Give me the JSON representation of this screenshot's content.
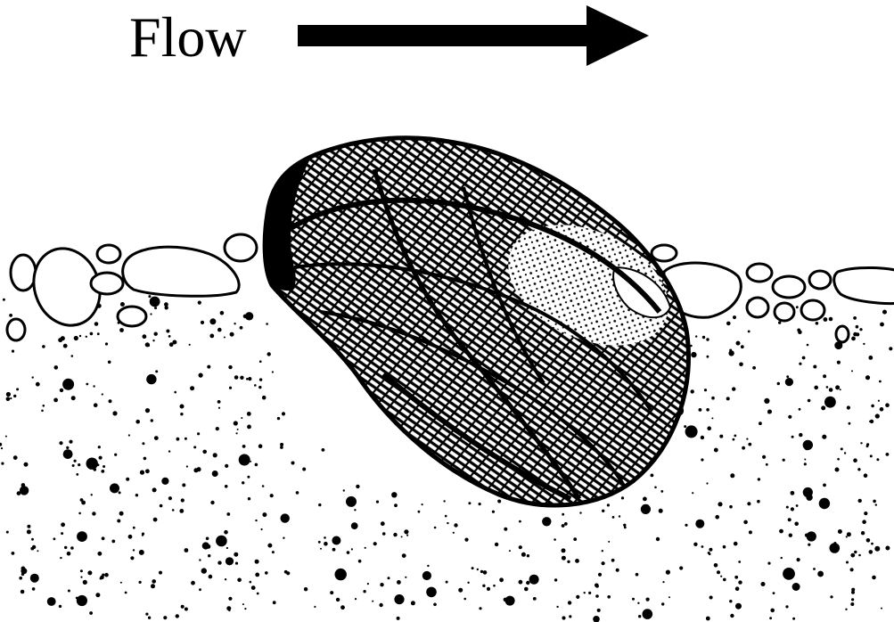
{
  "diagram": {
    "flow_label": "Flow",
    "flow_direction": "right",
    "colors": {
      "ink": "#000000",
      "background": "#ffffff"
    },
    "elements": [
      "flow-arrow",
      "mussel-shell",
      "surface-pebbles",
      "sediment-bed"
    ]
  }
}
